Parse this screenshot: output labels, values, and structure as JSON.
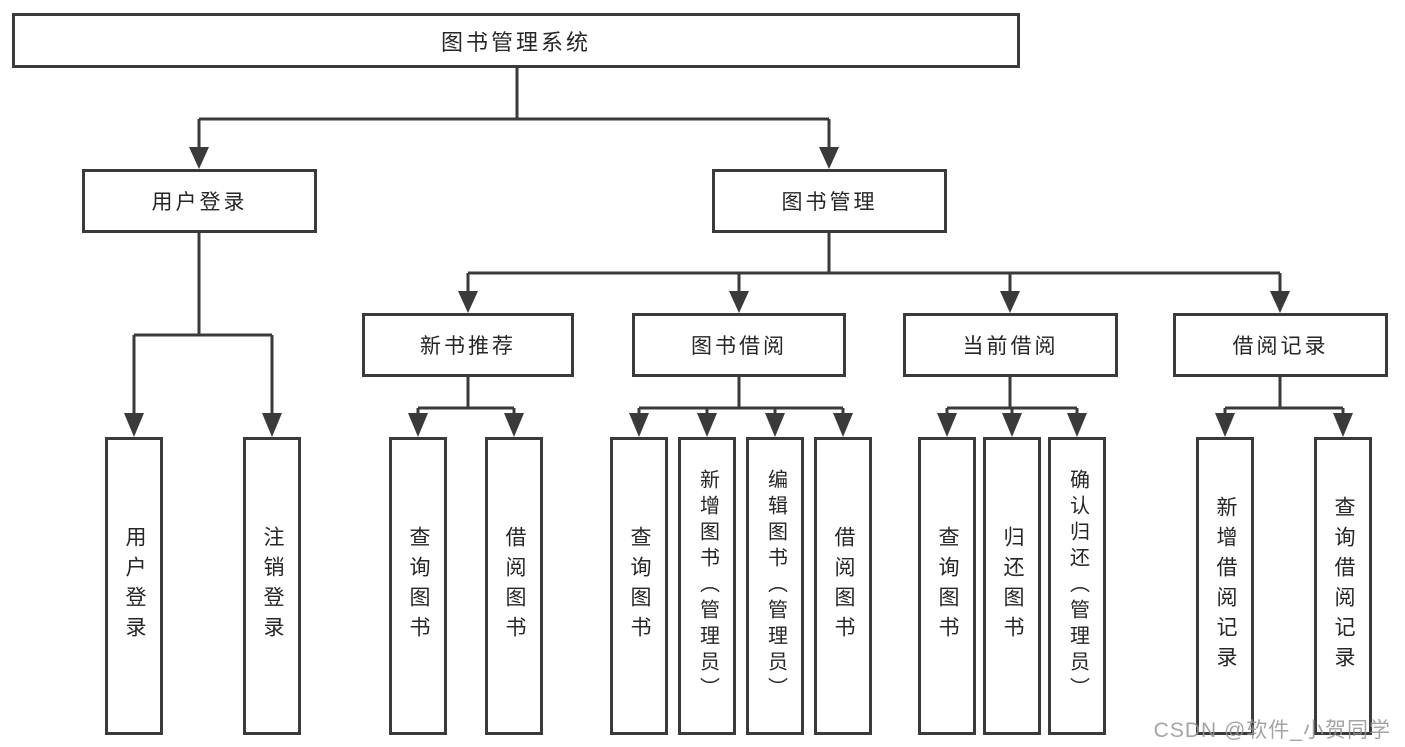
{
  "diagram": {
    "root": {
      "label": "图书管理系统"
    },
    "branches": [
      {
        "id": "user-login",
        "label": "用户登录",
        "children": [
          "用户登录",
          "注销登录"
        ]
      },
      {
        "id": "book-manage",
        "label": "图书管理",
        "sections": [
          {
            "id": "new-book-recommend",
            "label": "新书推荐",
            "children": [
              "查询图书",
              "借阅图书"
            ]
          },
          {
            "id": "book-borrow",
            "label": "图书借阅",
            "children": [
              "查询图书",
              "新增图书（管理员）",
              "编辑图书（管理员）",
              "借阅图书"
            ]
          },
          {
            "id": "current-borrow",
            "label": "当前借阅",
            "children": [
              "查询图书",
              "归还图书",
              "确认归还（管理员）"
            ]
          },
          {
            "id": "borrow-records",
            "label": "借阅记录",
            "children": [
              "新增借阅记录",
              "查询借阅记录"
            ]
          }
        ]
      }
    ]
  },
  "watermark": {
    "text": "CSDN @软件_小贺同学"
  },
  "colors": {
    "line": "#3a3a3a",
    "text": "#262626",
    "background": "#ffffff",
    "watermark": "#949494"
  }
}
